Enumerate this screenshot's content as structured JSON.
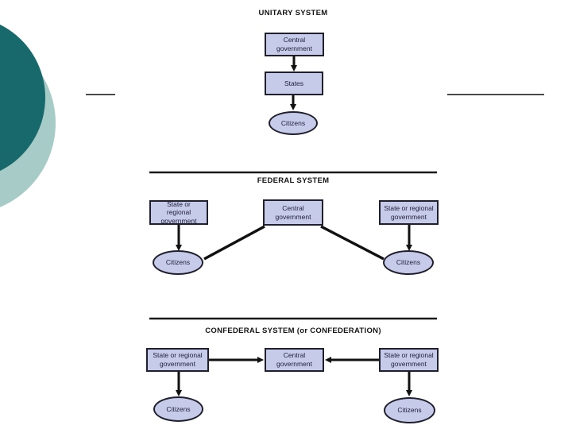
{
  "diagram": {
    "unitary": {
      "title": "UNITARY SYSTEM",
      "central_box": "Central government",
      "states_box": "States",
      "citizens": "Citizens"
    },
    "federal": {
      "title": "FEDERAL SYSTEM",
      "left_box": "State or regional government",
      "central_box": "Central government",
      "right_box": "State or regional government",
      "left_citizens": "Citizens",
      "right_citizens": "Citizens"
    },
    "confederal": {
      "title": "CONFEDERAL SYSTEM (or CONFEDERATION)",
      "left_box": "State or regional government",
      "central_box": "Central government",
      "right_box": "State or regional government",
      "left_citizens": "Citizens",
      "right_citizens": "Citizens"
    }
  },
  "colors": {
    "node_fill": "#c7cbea",
    "node_border": "#1f1f2e",
    "connector": "#111111",
    "decor_dark_circle": "#17696b",
    "decor_light_circle": "#a7cbc6"
  }
}
